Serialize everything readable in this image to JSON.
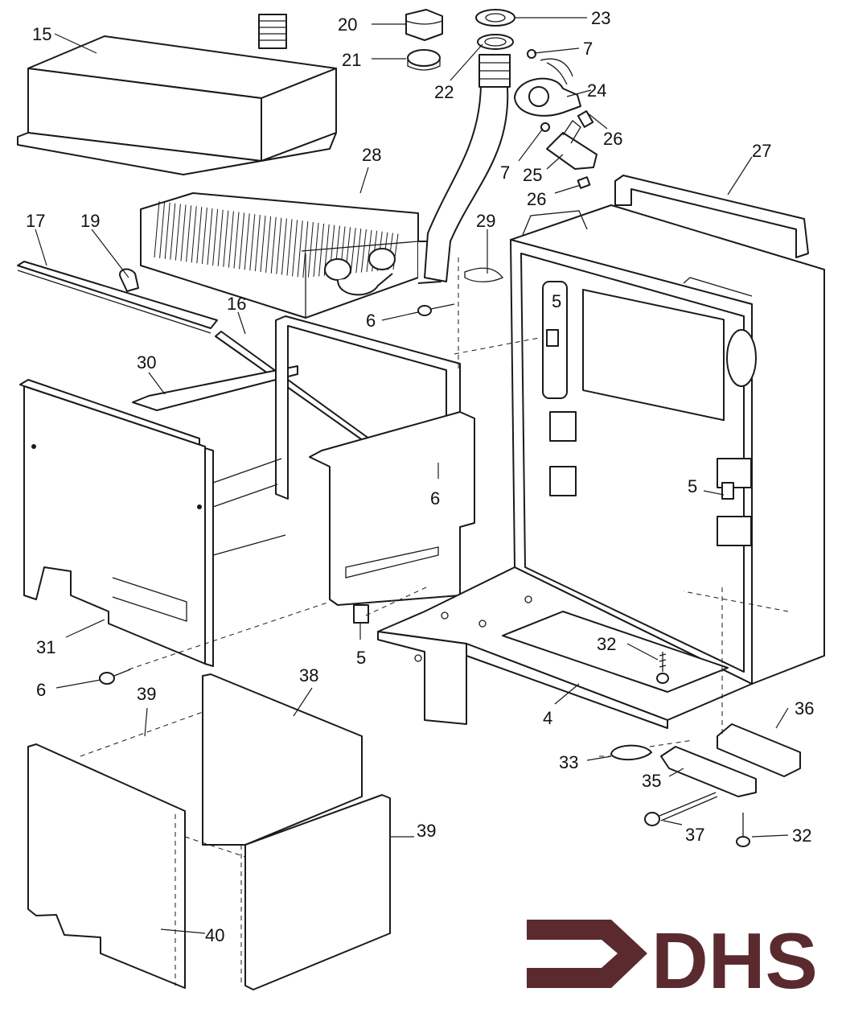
{
  "diagram": {
    "parts": {
      "p15": "15",
      "p20": "20",
      "p21": "21",
      "p23": "23",
      "p22": "22",
      "p7a": "7",
      "p24": "24",
      "p26a": "26",
      "p7b": "7",
      "p25": "25",
      "p26b": "26",
      "p27": "27",
      "p28": "28",
      "p17": "17",
      "p19": "19",
      "p29": "29",
      "p6a": "6",
      "p5a": "5",
      "p16": "16",
      "p30": "30",
      "p6b": "6",
      "p5b": "5",
      "p31": "31",
      "p5c": "5",
      "p32a": "32",
      "p6c": "6",
      "p38": "38",
      "p39a": "39",
      "p4": "4",
      "p36": "36",
      "p33": "33",
      "p35": "35",
      "p39b": "39",
      "p37": "37",
      "p32b": "32",
      "p40": "40"
    },
    "logo": {
      "text": "DHS",
      "color": "#5a2a2e"
    },
    "line_color": "#1a1a1a"
  }
}
